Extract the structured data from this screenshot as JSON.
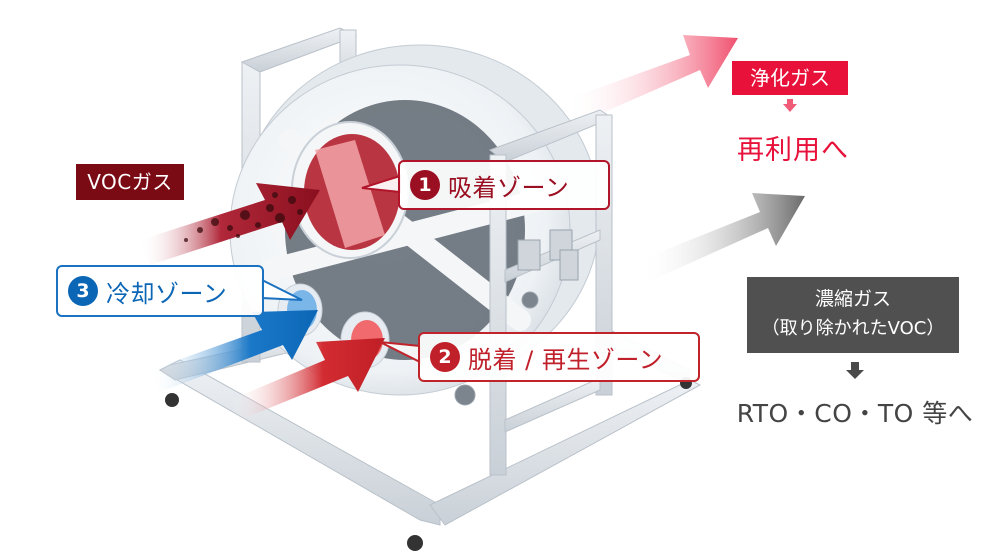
{
  "diagram": {
    "type": "rotor-concentrator-flow",
    "inflow": {
      "label": "VOCガス",
      "color": "#7a0a14"
    },
    "zones": [
      {
        "number": "1",
        "label": "吸着ゾーン",
        "color": "#9a0f22"
      },
      {
        "number": "2",
        "label": "脱着 / 再生ゾーン",
        "color": "#c0202a"
      },
      {
        "number": "3",
        "label": "冷却ゾーン",
        "color": "#0c66b6"
      }
    ],
    "outputs": {
      "clean": {
        "label": "浄化ガス",
        "destination": "再利用へ",
        "color": "#e8113a"
      },
      "concentrated": {
        "label_line1": "濃縮ガス",
        "label_line2": "（取り除かれたVOC）",
        "destination": "RTO・CO・TO 等へ",
        "color": "#505050"
      }
    }
  }
}
